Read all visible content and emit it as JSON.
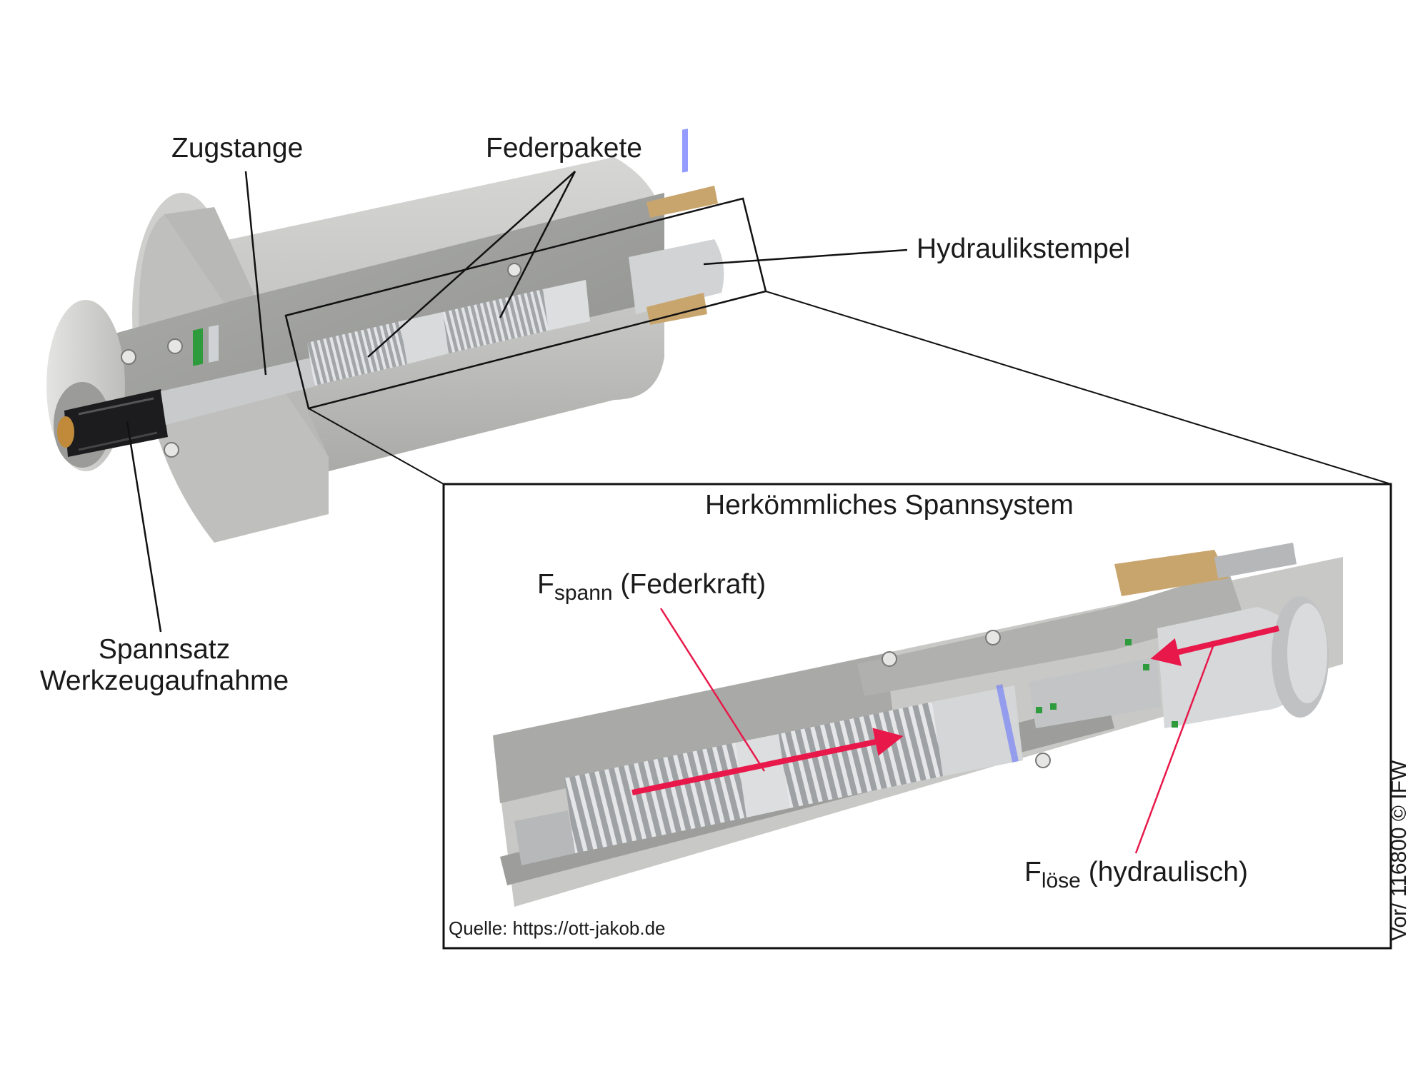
{
  "labels": {
    "zugstange": "Zugstange",
    "federpakete": "Federpakete",
    "hydraulikstempel": "Hydraulikstempel",
    "spannsatz_line1": "Spannsatz",
    "spannsatz_line2": "Werkzeugaufnahme"
  },
  "inset": {
    "title": "Herkömmliches Spannsystem",
    "f_spann_symbol": "F",
    "f_spann_sub": "spann",
    "f_spann_text": "(Federkraft)",
    "f_loese_symbol": "F",
    "f_loese_sub": "löse",
    "f_loese_text": "(hydraulisch)",
    "source": "Quelle: https://ott-jakob.de"
  },
  "copyright": "Vor/ 116800 © IFW",
  "colors": {
    "arrow": "#e8194a",
    "housing": "#c8c9c6",
    "housing_dark": "#9a9b98",
    "spring": "#b9bcbf",
    "seal_green": "#2e9c3c",
    "brass": "#c9a56e"
  }
}
